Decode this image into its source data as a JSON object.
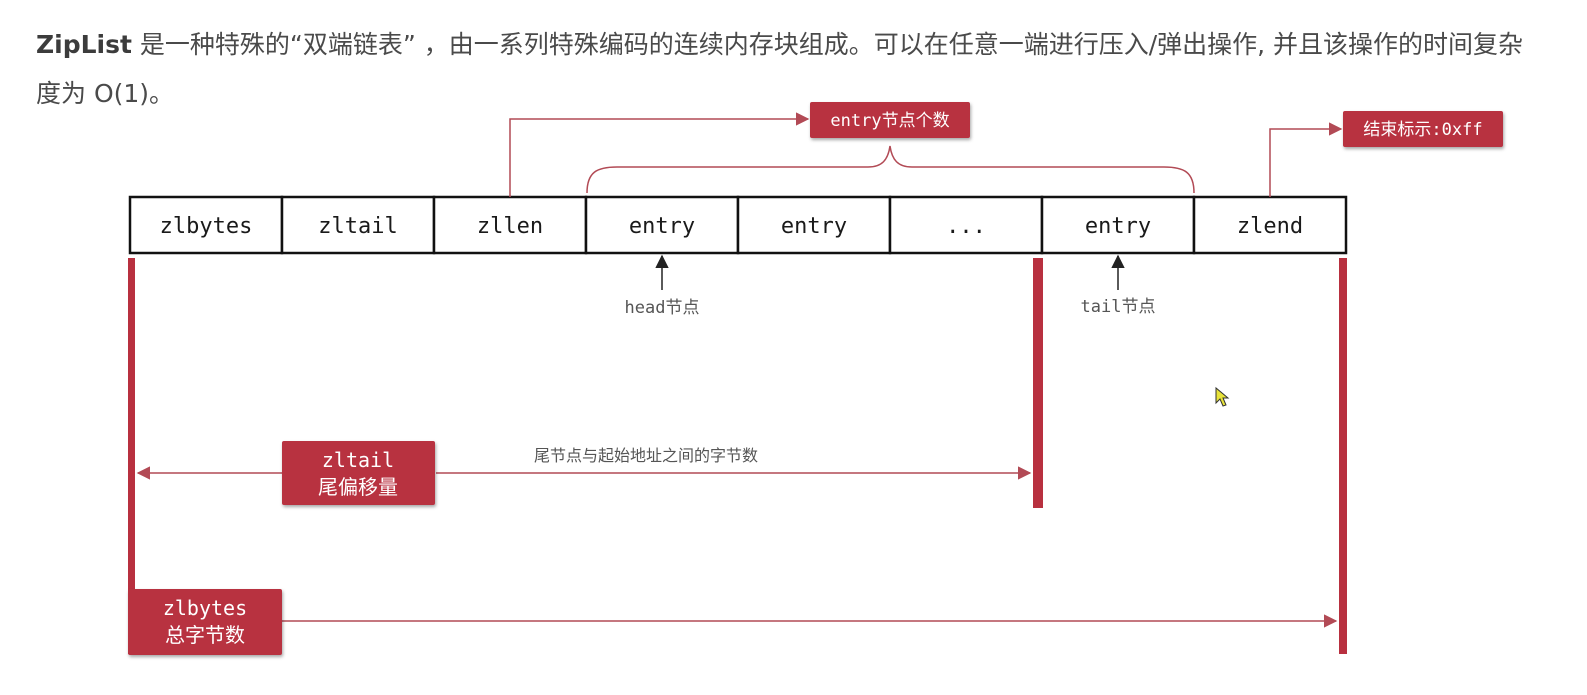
{
  "intro": {
    "brand": "ZipList",
    "text": " 是一种特殊的“双端链表” ，由一系列特殊编码的连续内存块组成。可以在任意一端进行压入/弹出操作, 并且该操作的时间复杂度为 O(1)。"
  },
  "colors": {
    "accent": "#b8303f",
    "accent_dark": "#9d2232",
    "line": "#b24a55",
    "cell_border": "#111111"
  },
  "cells": [
    "zlbytes",
    "zltail",
    "zllen",
    "entry",
    "entry",
    "...",
    "entry",
    "zlend"
  ],
  "labels": {
    "entry_count": "entry节点个数",
    "end_flag": "结束标示:0xff",
    "head_node": "head节点",
    "tail_node": "tail节点",
    "zltail_title": "zltail",
    "zltail_sub": "尾偏移量",
    "zltail_desc": "尾节点与起始地址之间的字节数",
    "zlbytes_title": "zlbytes",
    "zlbytes_sub": "总字节数"
  },
  "icons": {
    "cursor": "mouse-cursor-icon"
  }
}
